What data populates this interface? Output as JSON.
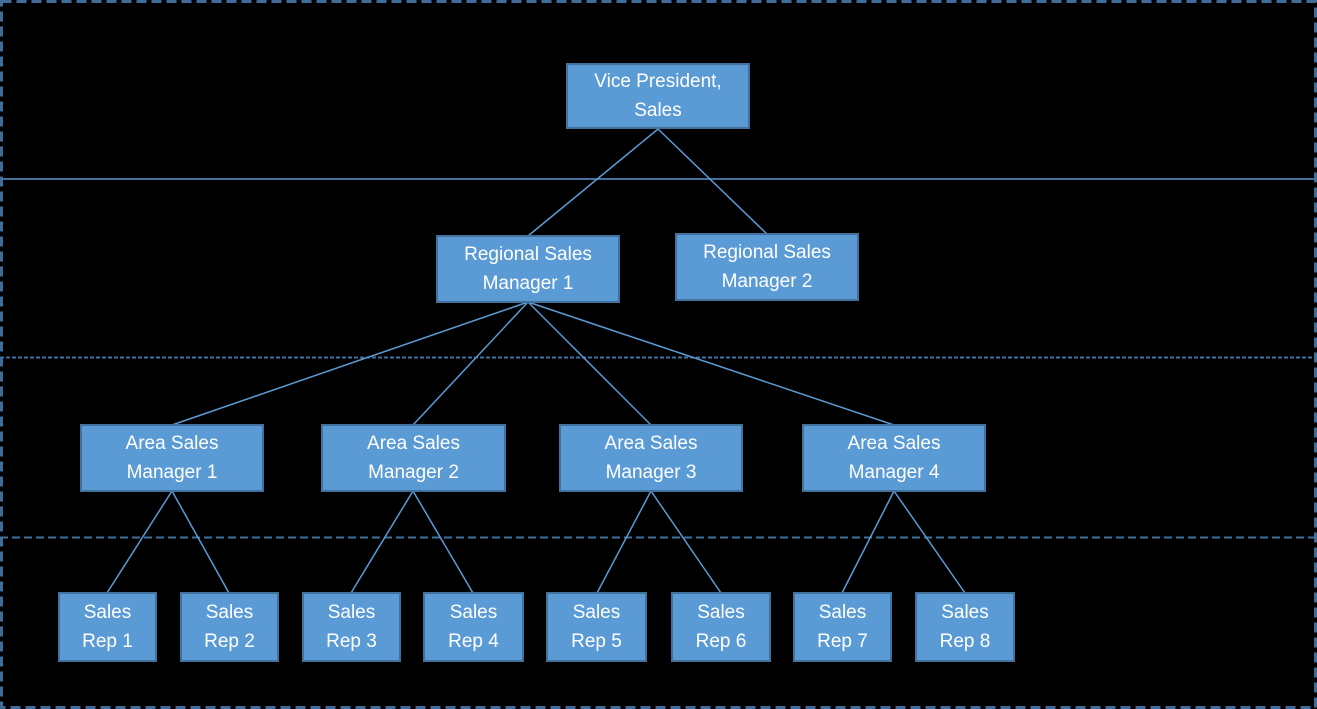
{
  "palette": {
    "background": "#000000",
    "node_fill": "#5B9BD5",
    "node_border": "#41719C",
    "node_text": "#FFFFFF",
    "connector_line": "#5B9BD5",
    "separator_line": "#41719C",
    "outer_border": "#3E6D9C"
  },
  "org_chart": {
    "type": "organization-chart",
    "levels": 4,
    "nodes": {
      "vp": {
        "label": "Vice President,\nSales",
        "level": 1
      },
      "rsm1": {
        "label": "Regional Sales\nManager 1",
        "level": 2
      },
      "rsm2": {
        "label": "Regional Sales\nManager 2",
        "level": 2
      },
      "asm1": {
        "label": "Area Sales\nManager 1",
        "level": 3
      },
      "asm2": {
        "label": "Area Sales\nManager 2",
        "level": 3
      },
      "asm3": {
        "label": "Area Sales\nManager 3",
        "level": 3
      },
      "asm4": {
        "label": "Area Sales\nManager 4",
        "level": 3
      },
      "rep1": {
        "label": "Sales\nRep 1",
        "level": 4
      },
      "rep2": {
        "label": "Sales\nRep 2",
        "level": 4
      },
      "rep3": {
        "label": "Sales\nRep 3",
        "level": 4
      },
      "rep4": {
        "label": "Sales\nRep 4",
        "level": 4
      },
      "rep5": {
        "label": "Sales\nRep 5",
        "level": 4
      },
      "rep6": {
        "label": "Sales\nRep 6",
        "level": 4
      },
      "rep7": {
        "label": "Sales\nRep 7",
        "level": 4
      },
      "rep8": {
        "label": "Sales\nRep 8",
        "level": 4
      }
    },
    "edges": [
      {
        "from": "vp",
        "to": "rsm1"
      },
      {
        "from": "vp",
        "to": "rsm2"
      },
      {
        "from": "rsm1",
        "to": "asm1"
      },
      {
        "from": "rsm1",
        "to": "asm2"
      },
      {
        "from": "rsm1",
        "to": "asm3"
      },
      {
        "from": "rsm1",
        "to": "asm4"
      },
      {
        "from": "asm1",
        "to": "rep1"
      },
      {
        "from": "asm1",
        "to": "rep2"
      },
      {
        "from": "asm2",
        "to": "rep3"
      },
      {
        "from": "asm2",
        "to": "rep4"
      },
      {
        "from": "asm3",
        "to": "rep5"
      },
      {
        "from": "asm3",
        "to": "rep6"
      },
      {
        "from": "asm4",
        "to": "rep7"
      },
      {
        "from": "asm4",
        "to": "rep8"
      }
    ]
  }
}
